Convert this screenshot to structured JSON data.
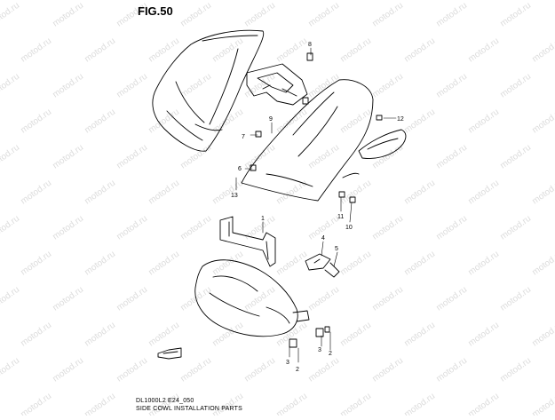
{
  "figure": {
    "title": "FIG.50"
  },
  "watermark": {
    "text": "motod.ru"
  },
  "captions": {
    "model": "DL1000L2 E24_050",
    "description": "SIDE COWL INSTALLATION PARTS"
  },
  "callouts": [
    "1",
    "2",
    "2",
    "3",
    "3",
    "4",
    "5",
    "6",
    "7",
    "8",
    "9",
    "10",
    "11",
    "12",
    "13"
  ]
}
